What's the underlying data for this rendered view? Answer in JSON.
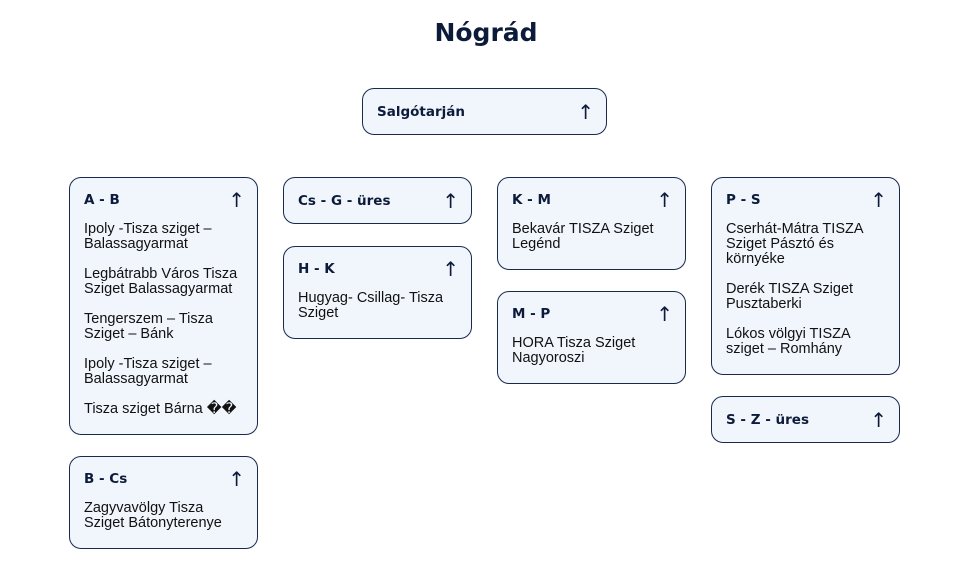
{
  "title": "Nógrád",
  "arrow_glyph": "↑",
  "root": {
    "label": "Salgótarján"
  },
  "groups": [
    {
      "label": "A - B",
      "items": [
        "Ipoly -Tisza sziget – Balassagyarmat",
        "Legbátrabb Város Tisza Sziget Balassagyarmat",
        "Tengerszem – Tisza Sziget – Bánk",
        "Ipoly -Tisza sziget – Balassagyarmat",
        "Tisza sziget Bárna ��"
      ]
    },
    {
      "label": "B - Cs",
      "items": [
        "Zagyvavölgy Tisza Sziget Bátonyterenye"
      ]
    },
    {
      "label": "Cs - G - üres",
      "items": []
    },
    {
      "label": "H - K",
      "items": [
        "Hugyag- Csillag- Tisza Sziget"
      ]
    },
    {
      "label": "K - M",
      "items": [
        "Bekavár TISZA Sziget Legénd"
      ]
    },
    {
      "label": "M - P",
      "items": [
        "HORA Tisza Sziget Nagyoroszi"
      ]
    },
    {
      "label": "P - S",
      "items": [
        "Cserhát-Mátra TISZA Sziget Pásztó és környéke",
        "Derék TISZA Sziget Pusztaberki",
        "Lókos völgyi TISZA sziget – Romhány"
      ]
    },
    {
      "label": "S - Z - üres",
      "items": []
    }
  ]
}
